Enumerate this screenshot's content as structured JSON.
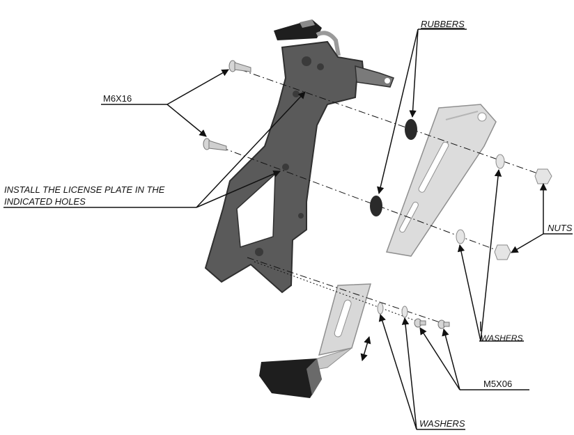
{
  "labels": {
    "rubbers": "RUBBERS",
    "m6x16": "M6X16",
    "install_line1": "INSTALL THE LICENSE PLATE IN THE",
    "install_line2": "INDICATED HOLES",
    "nuts": "NUTS",
    "washers_upper": "WASHERS",
    "m5x06": "M5X06",
    "washers_lower": "WASHERS"
  },
  "colors": {
    "ink": "#111111",
    "bracket": "#555555",
    "bracket_dark": "#3a3a3a",
    "metal": "#d9d9d9",
    "metal_edge": "#9a9a9a",
    "rubber": "#2a2a2a"
  }
}
